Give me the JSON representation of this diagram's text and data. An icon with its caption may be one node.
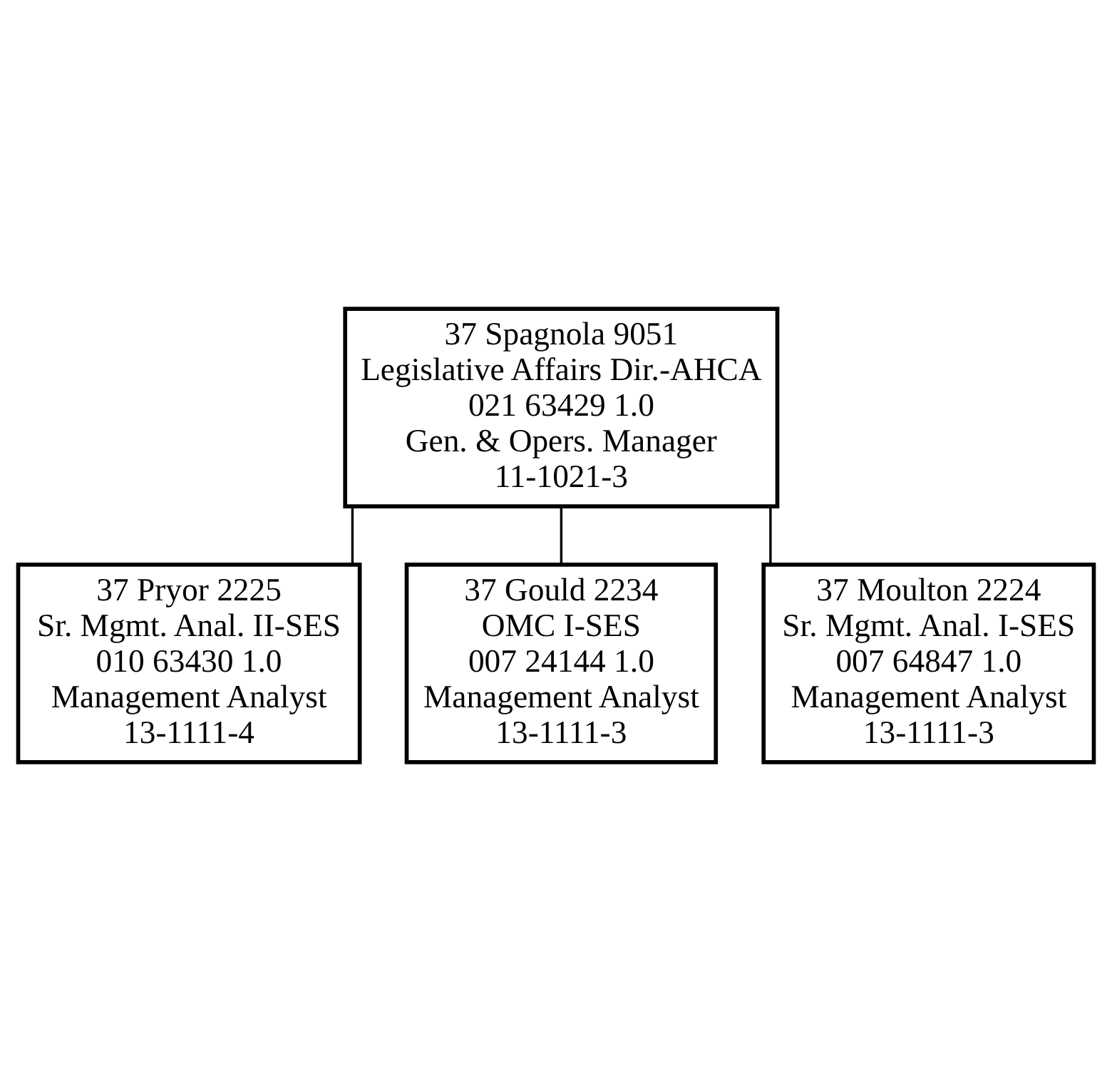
{
  "diagram": {
    "nodes": [
      {
        "text": [
          "37 Spagnola 9051",
          "Legislative Affairs Dir.-AHCA",
          "021 63429 1.0",
          "Gen. & Opers. Manager",
          "11-1021-3"
        ]
      },
      {
        "text": [
          "37 Pryor 2225",
          "Sr. Mgmt. Anal. II-SES",
          "010 63430 1.0",
          "Management Analyst",
          "13-1111-4"
        ]
      },
      {
        "text": [
          "37 Gould 2234",
          "OMC I-SES",
          "007 24144 1.0",
          "Management Analyst",
          "13-1111-3"
        ]
      },
      {
        "text": [
          "37 Moulton 2224",
          "Sr. Mgmt. Anal. I-SES",
          "007 64847 1.0",
          "Management Analyst",
          "13-1111-3"
        ]
      }
    ],
    "edges": [
      {
        "from": 0,
        "to": 1,
        "arrow": "none"
      },
      {
        "from": 0,
        "to": 2,
        "arrow": "none"
      },
      {
        "from": 0,
        "to": 3,
        "arrow": "none"
      }
    ]
  }
}
